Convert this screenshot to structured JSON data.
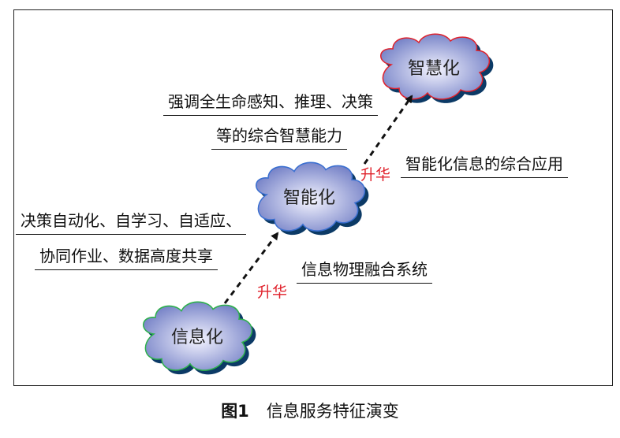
{
  "clouds": {
    "wisdom": "智慧化",
    "intelligent": "智能化",
    "information": "信息化"
  },
  "labels": {
    "wisdom_desc_1": "强调全生命感知、推理、决策",
    "wisdom_desc_2": "等的综合智慧能力",
    "intelligent_app": "智能化信息的综合应用",
    "intelligent_desc_1": "决策自动化、自学习、自适应、",
    "intelligent_desc_2": "协同作业、数据高度共享",
    "info_desc": "信息物理融合系统",
    "upgrade_1": "升华",
    "upgrade_2": "升华"
  },
  "caption": {
    "number": "图1",
    "title": "信息服务特征演变"
  },
  "colors": {
    "cloud_fill_center": "#f4f4ff",
    "cloud_fill_edge": "#6f7cc4",
    "shadow": "#0c3a66",
    "wisdom_border": "#e0202a",
    "intelligent_border": "#3a6fd0",
    "information_border": "#2db04b",
    "upgrade_text": "#e0202a"
  }
}
